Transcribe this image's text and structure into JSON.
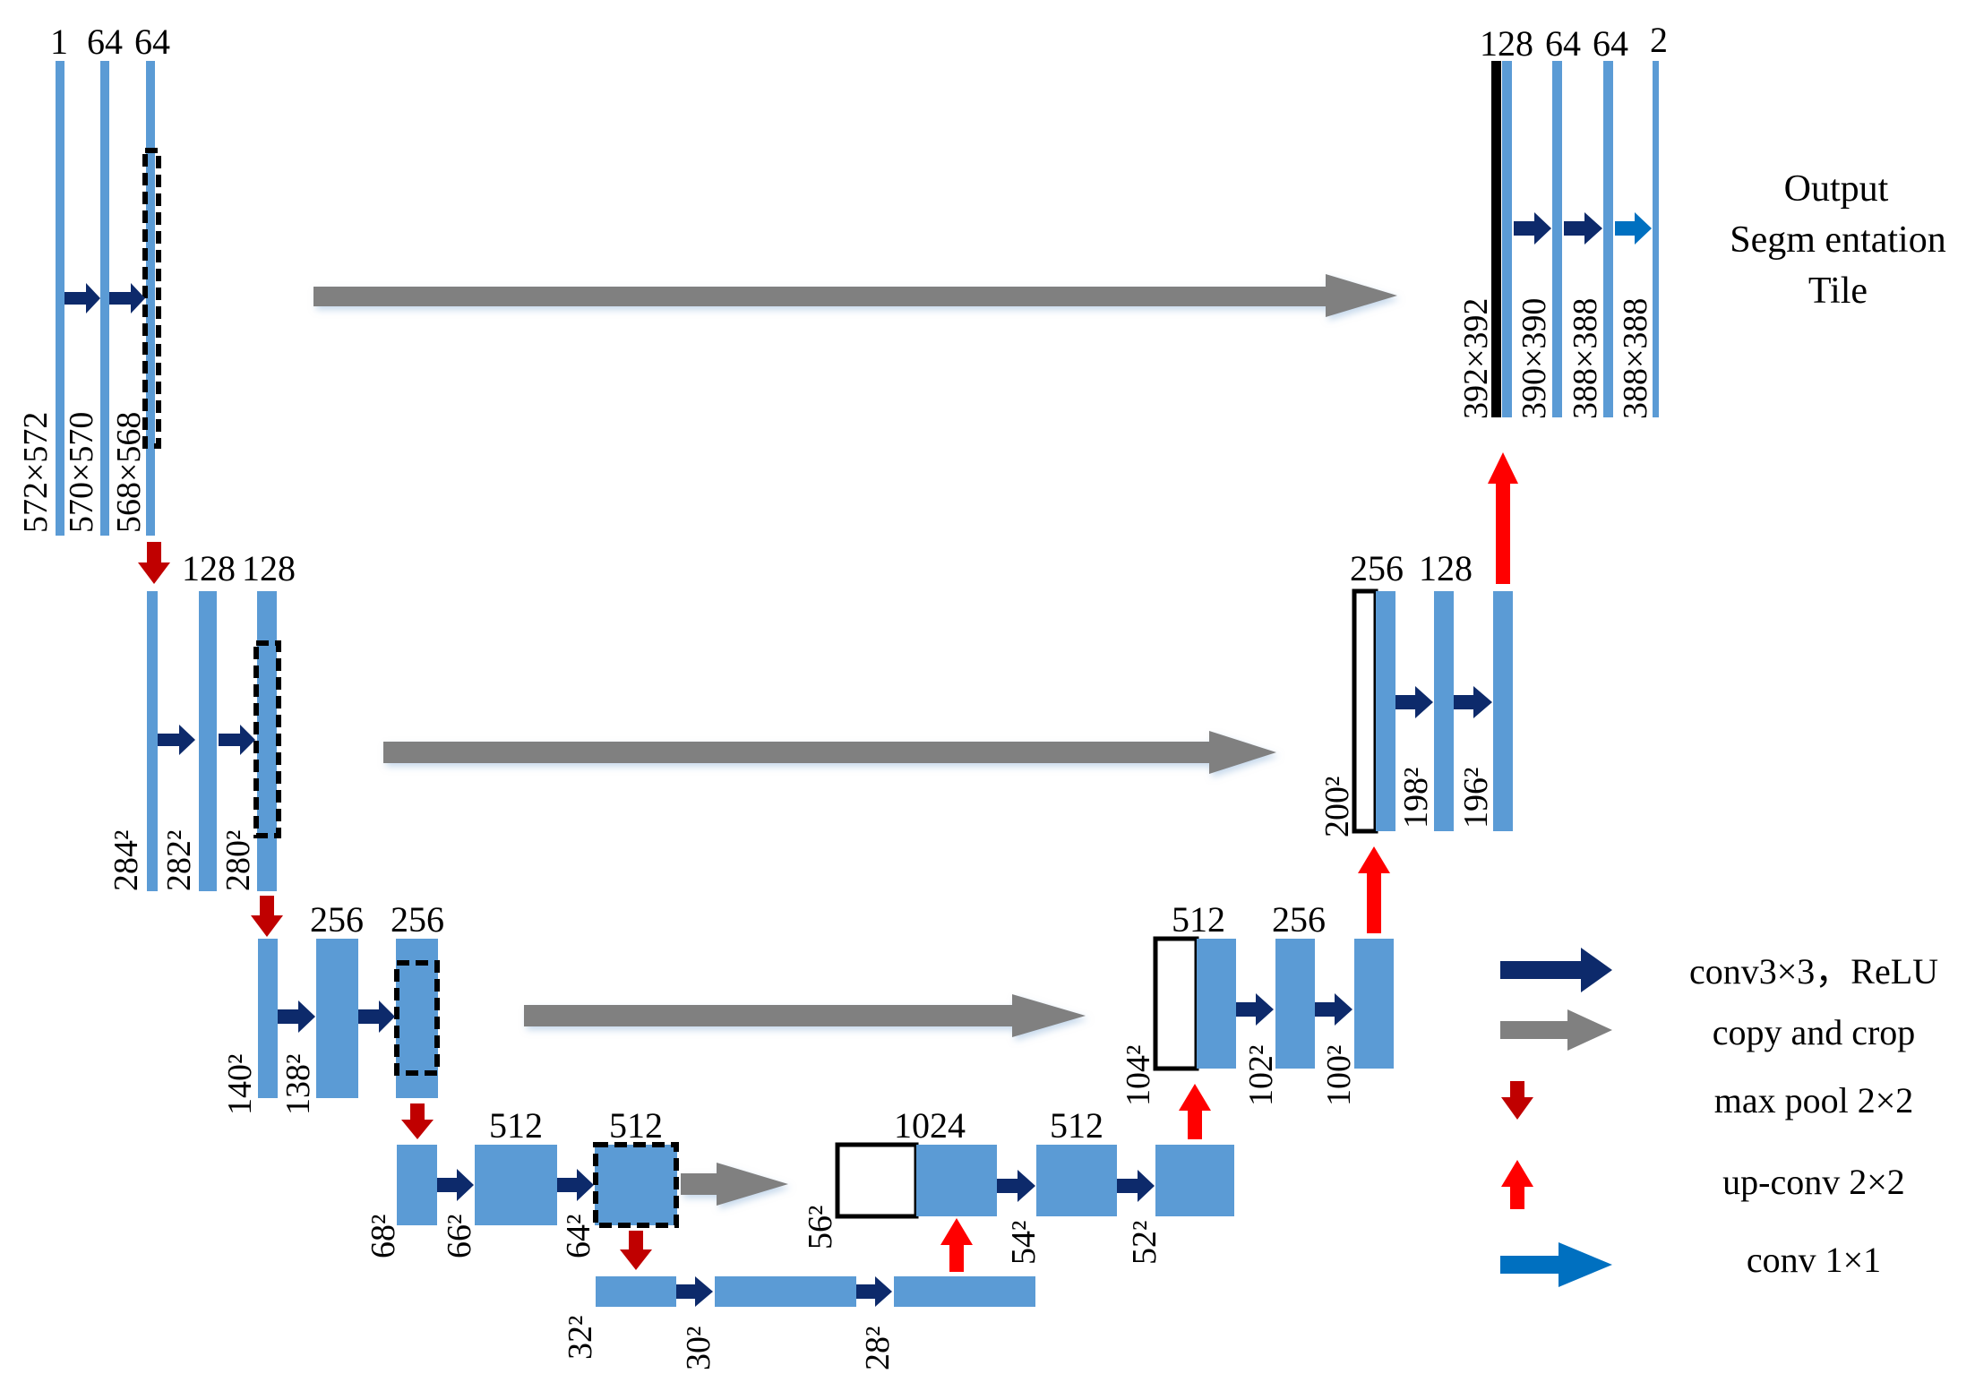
{
  "colors": {
    "blue_bar": "#5b9bd5",
    "conv_arrow": "#0d2a6b",
    "copy_arrow": "#808080",
    "pool_arrow": "#c00000",
    "upconv_arrow": "#ff0000",
    "conv1x1_arrow": "#0070c0",
    "outline": "#000000"
  },
  "levels": {
    "l1": {
      "channels": [
        "1",
        "64",
        "64"
      ],
      "sizes": [
        "572×572",
        "570×570",
        "568×568"
      ]
    },
    "l2": {
      "channels": [
        "128",
        "128"
      ],
      "sizes": [
        "284²",
        "282²",
        "280²"
      ]
    },
    "l3": {
      "channels": [
        "256",
        "256"
      ],
      "sizes": [
        "140²",
        "138²"
      ]
    },
    "l4": {
      "channels": [
        "512",
        "512"
      ],
      "sizes": [
        "68²",
        "66²",
        "64²"
      ]
    },
    "l5": {
      "sizes": [
        "32²",
        "30²",
        "28²"
      ]
    },
    "d4": {
      "channels": [
        "1024",
        "512"
      ],
      "sizes": [
        "56²",
        "54²",
        "52²"
      ]
    },
    "d3": {
      "channels": [
        "512",
        "256"
      ],
      "sizes": [
        "104²",
        "102²",
        "100²"
      ]
    },
    "d2": {
      "channels": [
        "256",
        "128"
      ],
      "sizes": [
        "200²",
        "198²",
        "196²"
      ]
    },
    "d1": {
      "channels": [
        "128",
        "64",
        "64",
        "2"
      ],
      "sizes": [
        "392×392",
        "390×390",
        "388×388",
        "388×388"
      ]
    }
  },
  "output_label": [
    "Output",
    "Segm entation",
    "Tile"
  ],
  "legend": [
    {
      "icon": "conv-arrow-icon",
      "label": "conv3×3，ReLU"
    },
    {
      "icon": "copy-arrow-icon",
      "label": "copy and crop"
    },
    {
      "icon": "max-pool-arrow-icon",
      "label": "max pool 2×2"
    },
    {
      "icon": "up-conv-arrow-icon",
      "label": "up-conv 2×2"
    },
    {
      "icon": "conv1x1-arrow-icon",
      "label": "conv 1×1"
    }
  ]
}
